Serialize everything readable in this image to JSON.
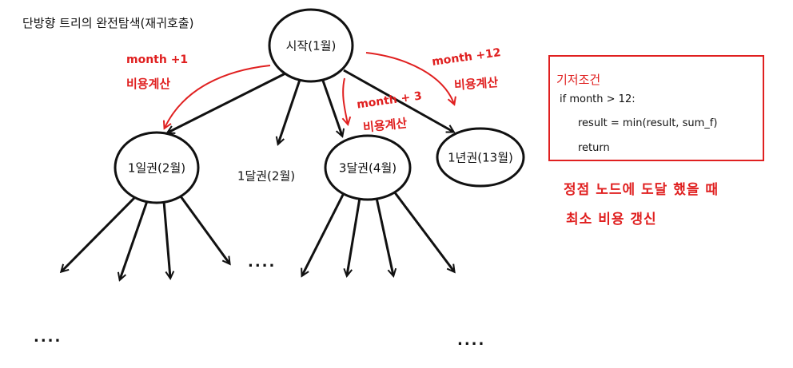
{
  "title": "단방향 트리의 완전탐색(재귀호출)",
  "nodes": {
    "root": "시작(1월)",
    "day1": "1일권(2월)",
    "month1": "1달권(2월)",
    "month3": "3달권(4월)",
    "year1": "1년권(13월)"
  },
  "annotations": {
    "left_month": "month +1",
    "left_cost": "비용계산",
    "mid_month": "month + 3",
    "mid_cost": "비용계산",
    "right_month": "month +12",
    "right_cost": "비용계산"
  },
  "ellipsis": {
    "mid": "....",
    "bottom_left": "....",
    "bottom_right": "...."
  },
  "base_case": {
    "title": "기저조건",
    "lines": [
      "if month > 12:",
      "result = min(result, sum_f)",
      "return"
    ]
  },
  "note": {
    "line1": "정점 노드에 도달 했을 때",
    "line2": "최소 비용 갱신"
  },
  "colors": {
    "annotation": "#e02020",
    "ink": "#111111"
  }
}
